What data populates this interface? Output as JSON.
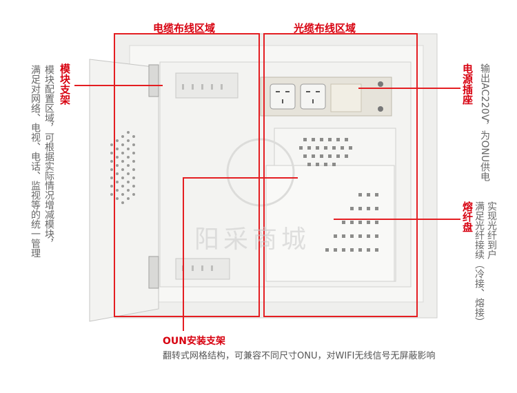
{
  "zones": {
    "cable_zone": "电缆布线区域",
    "fiber_zone": "光缆布线区域"
  },
  "left_annotation": {
    "title": "模块支架",
    "desc1": "模块配置区域，可根据实际情况增减模块，",
    "desc2": "满足对网络、电视、电话、监视等的统一管理"
  },
  "power_annotation": {
    "title": "电源插座",
    "desc": "输出AC220V，为ONU供电"
  },
  "fiber_annotation": {
    "title": "熔纤盘",
    "desc1": "实现光纤到户",
    "desc2": "满足光纤接续（冷接、熔接）"
  },
  "bottom_annotation": {
    "title": "OUN安装支架",
    "desc": "翻转式网格结构，可兼容不同尺寸ONU，对WIFI无线信号无屏蔽影响"
  },
  "watermark": "阳采商城",
  "colors": {
    "accent": "#e41d21",
    "box": "#f4f4f2",
    "frame": "#ececea"
  }
}
